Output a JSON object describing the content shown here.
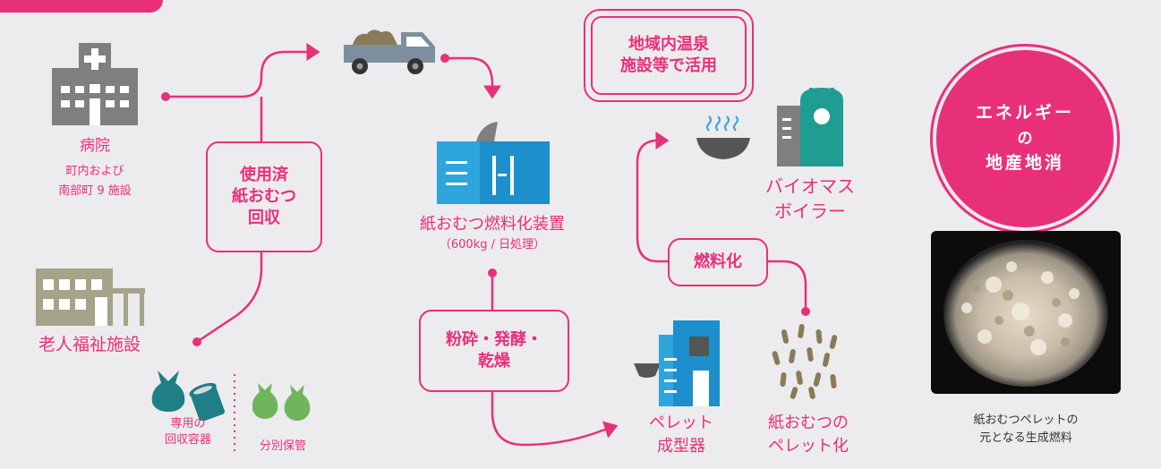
{
  "colors": {
    "accent": "#e8307a",
    "icon_gray": "#7f7f7f",
    "icon_blue": "#2ea5dc",
    "icon_teal": "#1f7f86",
    "icon_green": "#6fb55c",
    "icon_olive": "#a6a38b",
    "icon_brown": "#8a7a58"
  },
  "hospital": {
    "name": "病院",
    "detail_line1": "町内および",
    "detail_line2": "南部町 9 施設"
  },
  "elderly": {
    "name": "老人福祉施設"
  },
  "collection_box": {
    "line1": "使用済",
    "line2": "紙おむつ",
    "line3": "回収"
  },
  "containers": {
    "dedicated_line1": "専用の",
    "dedicated_line2": "回収容器",
    "separate": "分別保管"
  },
  "device": {
    "name": "紙おむつ燃料化装置",
    "capacity": "（600kg / 日処理）"
  },
  "process_box": {
    "line1": "粉砕・発酵・",
    "line2": "乾燥"
  },
  "pellet_machine": {
    "line1": "ペレット",
    "line2": "成型器"
  },
  "pellet": {
    "line1": "紙おむつの",
    "line2": "ペレット化"
  },
  "fuel_box": {
    "label": "燃料化"
  },
  "boiler": {
    "line1": "バイオマス",
    "line2": "ボイラー"
  },
  "onsen_box": {
    "line1": "地域内温泉",
    "line2": "施設等で活用"
  },
  "energy_circle": {
    "line1": "エネルギー",
    "line2": "の",
    "line3": "地産地消"
  },
  "photo_caption": {
    "line1": "紙おむつペレットの",
    "line2": "元となる生成燃料"
  },
  "icons": [
    "hospital-icon",
    "nursing-home-icon",
    "truck-icon",
    "bag-icon",
    "bin-icon",
    "fuel-device-icon",
    "steam-bowl-icon",
    "biomass-boiler-icon",
    "pellet-machine-icon",
    "pellets-icon"
  ]
}
